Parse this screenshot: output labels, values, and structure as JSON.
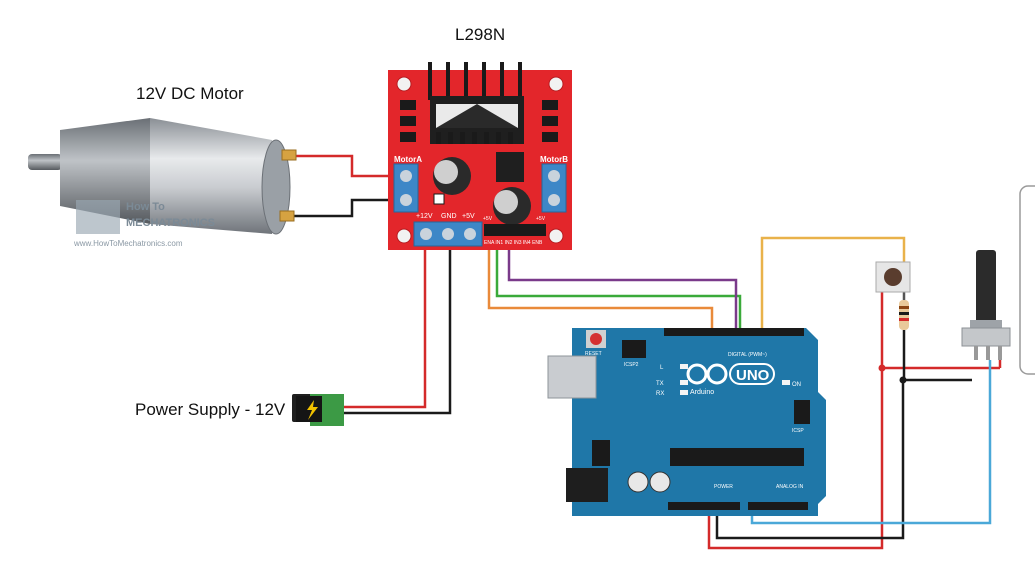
{
  "labels": {
    "driver": "L298N",
    "motor": "12V DC Motor",
    "power": "Power Supply - 12V"
  },
  "driver_board": {
    "motor_a": "MotorA",
    "motor_b": "MotorB",
    "pin_12v": "+12V",
    "pin_gnd": "GND",
    "pin_5v": "+5V",
    "logic_5v_left": "+5V",
    "logic_5v_right": "+5V",
    "control_pins": "ENA IN1 IN2 IN3 IN4 ENB"
  },
  "watermark": {
    "line1": "How To",
    "line2": "MECHATRONICS",
    "url": "www.HowToMechatronics.com"
  },
  "arduino": {
    "brand": "UNO",
    "name": "Arduino",
    "reset": "RESET",
    "icsp2": "ICSP2",
    "icsp": "ICSP",
    "digital": "DIGITAL (PWM~)",
    "power": "POWER",
    "analog": "ANALOG IN",
    "led_l": "L",
    "led_tx": "TX",
    "led_rx": "RX",
    "led_on": "ON"
  },
  "colors": {
    "driver_board": "#e3262b",
    "arduino_board": "#1f77a8",
    "wire_red": "#d42a2a",
    "wire_black": "#1a1a1a",
    "wire_orange": "#e98a3a",
    "wire_green": "#3aaa3a",
    "wire_purple": "#7a3a8a",
    "wire_yellow": "#e9b24a",
    "wire_blue": "#4aa8d8"
  }
}
